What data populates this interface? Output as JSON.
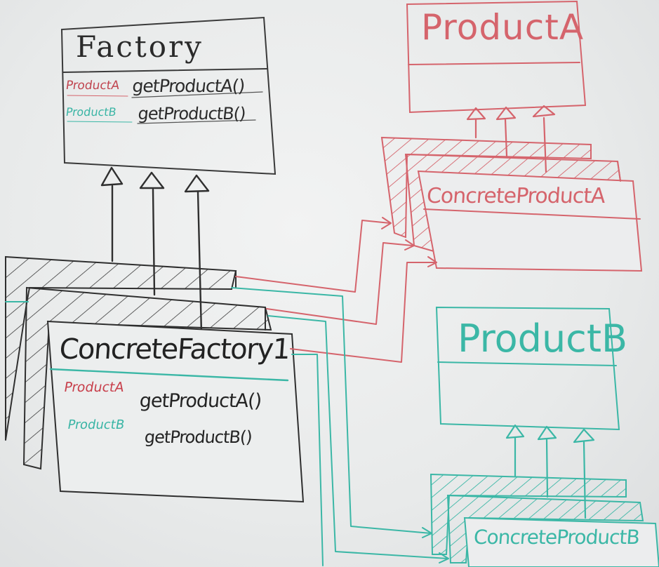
{
  "colors": {
    "board": "#e9ebec",
    "ink_black": "#2a2a2a",
    "ink_red": "#d5646c",
    "ink_teal": "#3bb7a6"
  },
  "factory": {
    "title": "Factory",
    "methods": [
      {
        "return_type": "ProductA",
        "signature": "getProductA()"
      },
      {
        "return_type": "ProductB",
        "signature": "getProductB()"
      }
    ]
  },
  "concrete_factory": {
    "title": "ConcreteFactory1",
    "methods": [
      {
        "return_type": "ProductA",
        "signature": "getProductA()"
      },
      {
        "return_type": "ProductB",
        "signature": "getProductB()"
      }
    ]
  },
  "product_a": {
    "title": "ProductA",
    "concrete": "ConcreteProductA"
  },
  "product_b": {
    "title": "ProductB",
    "concrete": "ConcreteProductB"
  }
}
